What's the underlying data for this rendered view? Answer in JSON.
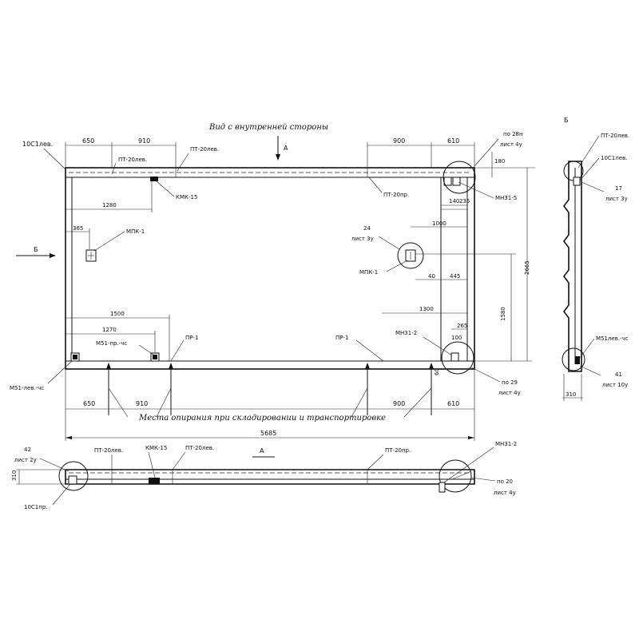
{
  "view_title": "Вид с внутренней стороны",
  "section_marks": {
    "a_top": "А",
    "a_bottom": "А",
    "b_left": "Б",
    "b_right": "Б"
  },
  "top_dims": {
    "d650": "650",
    "d910": "910",
    "d900": "900",
    "d610": "610"
  },
  "top_labels": {
    "c10_left": "10С1лев.",
    "pt20_lev_a": "ПТ-20лев.",
    "pt20_lev_b": "ПТ-20лев.",
    "pt20_pr": "ПТ-20пр.",
    "kmk15": "КМК-15",
    "po28n": "по 28н",
    "sheet4u_a": "лист 4у",
    "d180": "180",
    "mn31_5": "МН31-5"
  },
  "inner_dims": {
    "d1280": "1280",
    "d365": "365",
    "d140": "140",
    "d235": "235",
    "d1000": "1000",
    "d40": "40",
    "d445": "445",
    "d2665": "2665",
    "d1580": "1580",
    "d1300": "1300",
    "d265": "265",
    "d100": "100",
    "d60": "60",
    "d1500": "1500",
    "d1270": "1270"
  },
  "inner_labels": {
    "mpk1_a": "МПК-1",
    "mpk1_b": "МПК-1",
    "node24": "24",
    "sheet3u": "лист 3у",
    "mn31_2": "МН31-2",
    "m51_pr": "М51-пр.-чс",
    "pr1_a": "ПР-1",
    "pr1_b": "ПР-1",
    "m51_lev": "М51-лев.-чс",
    "po29": "по 29",
    "sheet4u_b": "лист 4у"
  },
  "bottom_dims": {
    "d650": "650",
    "d910": "910",
    "d900": "900",
    "d610": "610",
    "total": "5685"
  },
  "support_caption": "Места опирания при складировании и транспортировке",
  "section_a": {
    "node42": "42",
    "sheet2u": "лист 2у",
    "d310": "310",
    "pt20_lev_a": "ПТ-20лев.",
    "kmk15": "КМК-15",
    "pt20_lev_b": "ПТ-20лев.",
    "pt20_pr": "ПТ-20пр.",
    "mn31_2": "МН31-2",
    "c10_pr": "10С1пр.",
    "po20": "по 20",
    "sheet4u": "лист 4у"
  },
  "section_b": {
    "pt20_lev": "ПТ-20лев.",
    "c10_lev": "10С1лев.",
    "node17": "17",
    "sheet3u": "лист 3у",
    "m51_lev": "М51лев.-чс",
    "node41": "41",
    "sheet10u": "лист 10у",
    "d310": "310"
  }
}
